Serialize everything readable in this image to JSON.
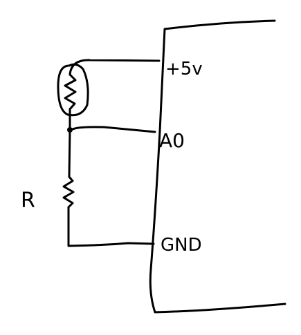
{
  "diagram": {
    "labels": {
      "plus_5v": "+5v",
      "analog_pin": "A0",
      "ground": "GND",
      "resistor": "R"
    },
    "colors": {
      "ink": "#000000",
      "background": "#ffffff"
    }
  }
}
